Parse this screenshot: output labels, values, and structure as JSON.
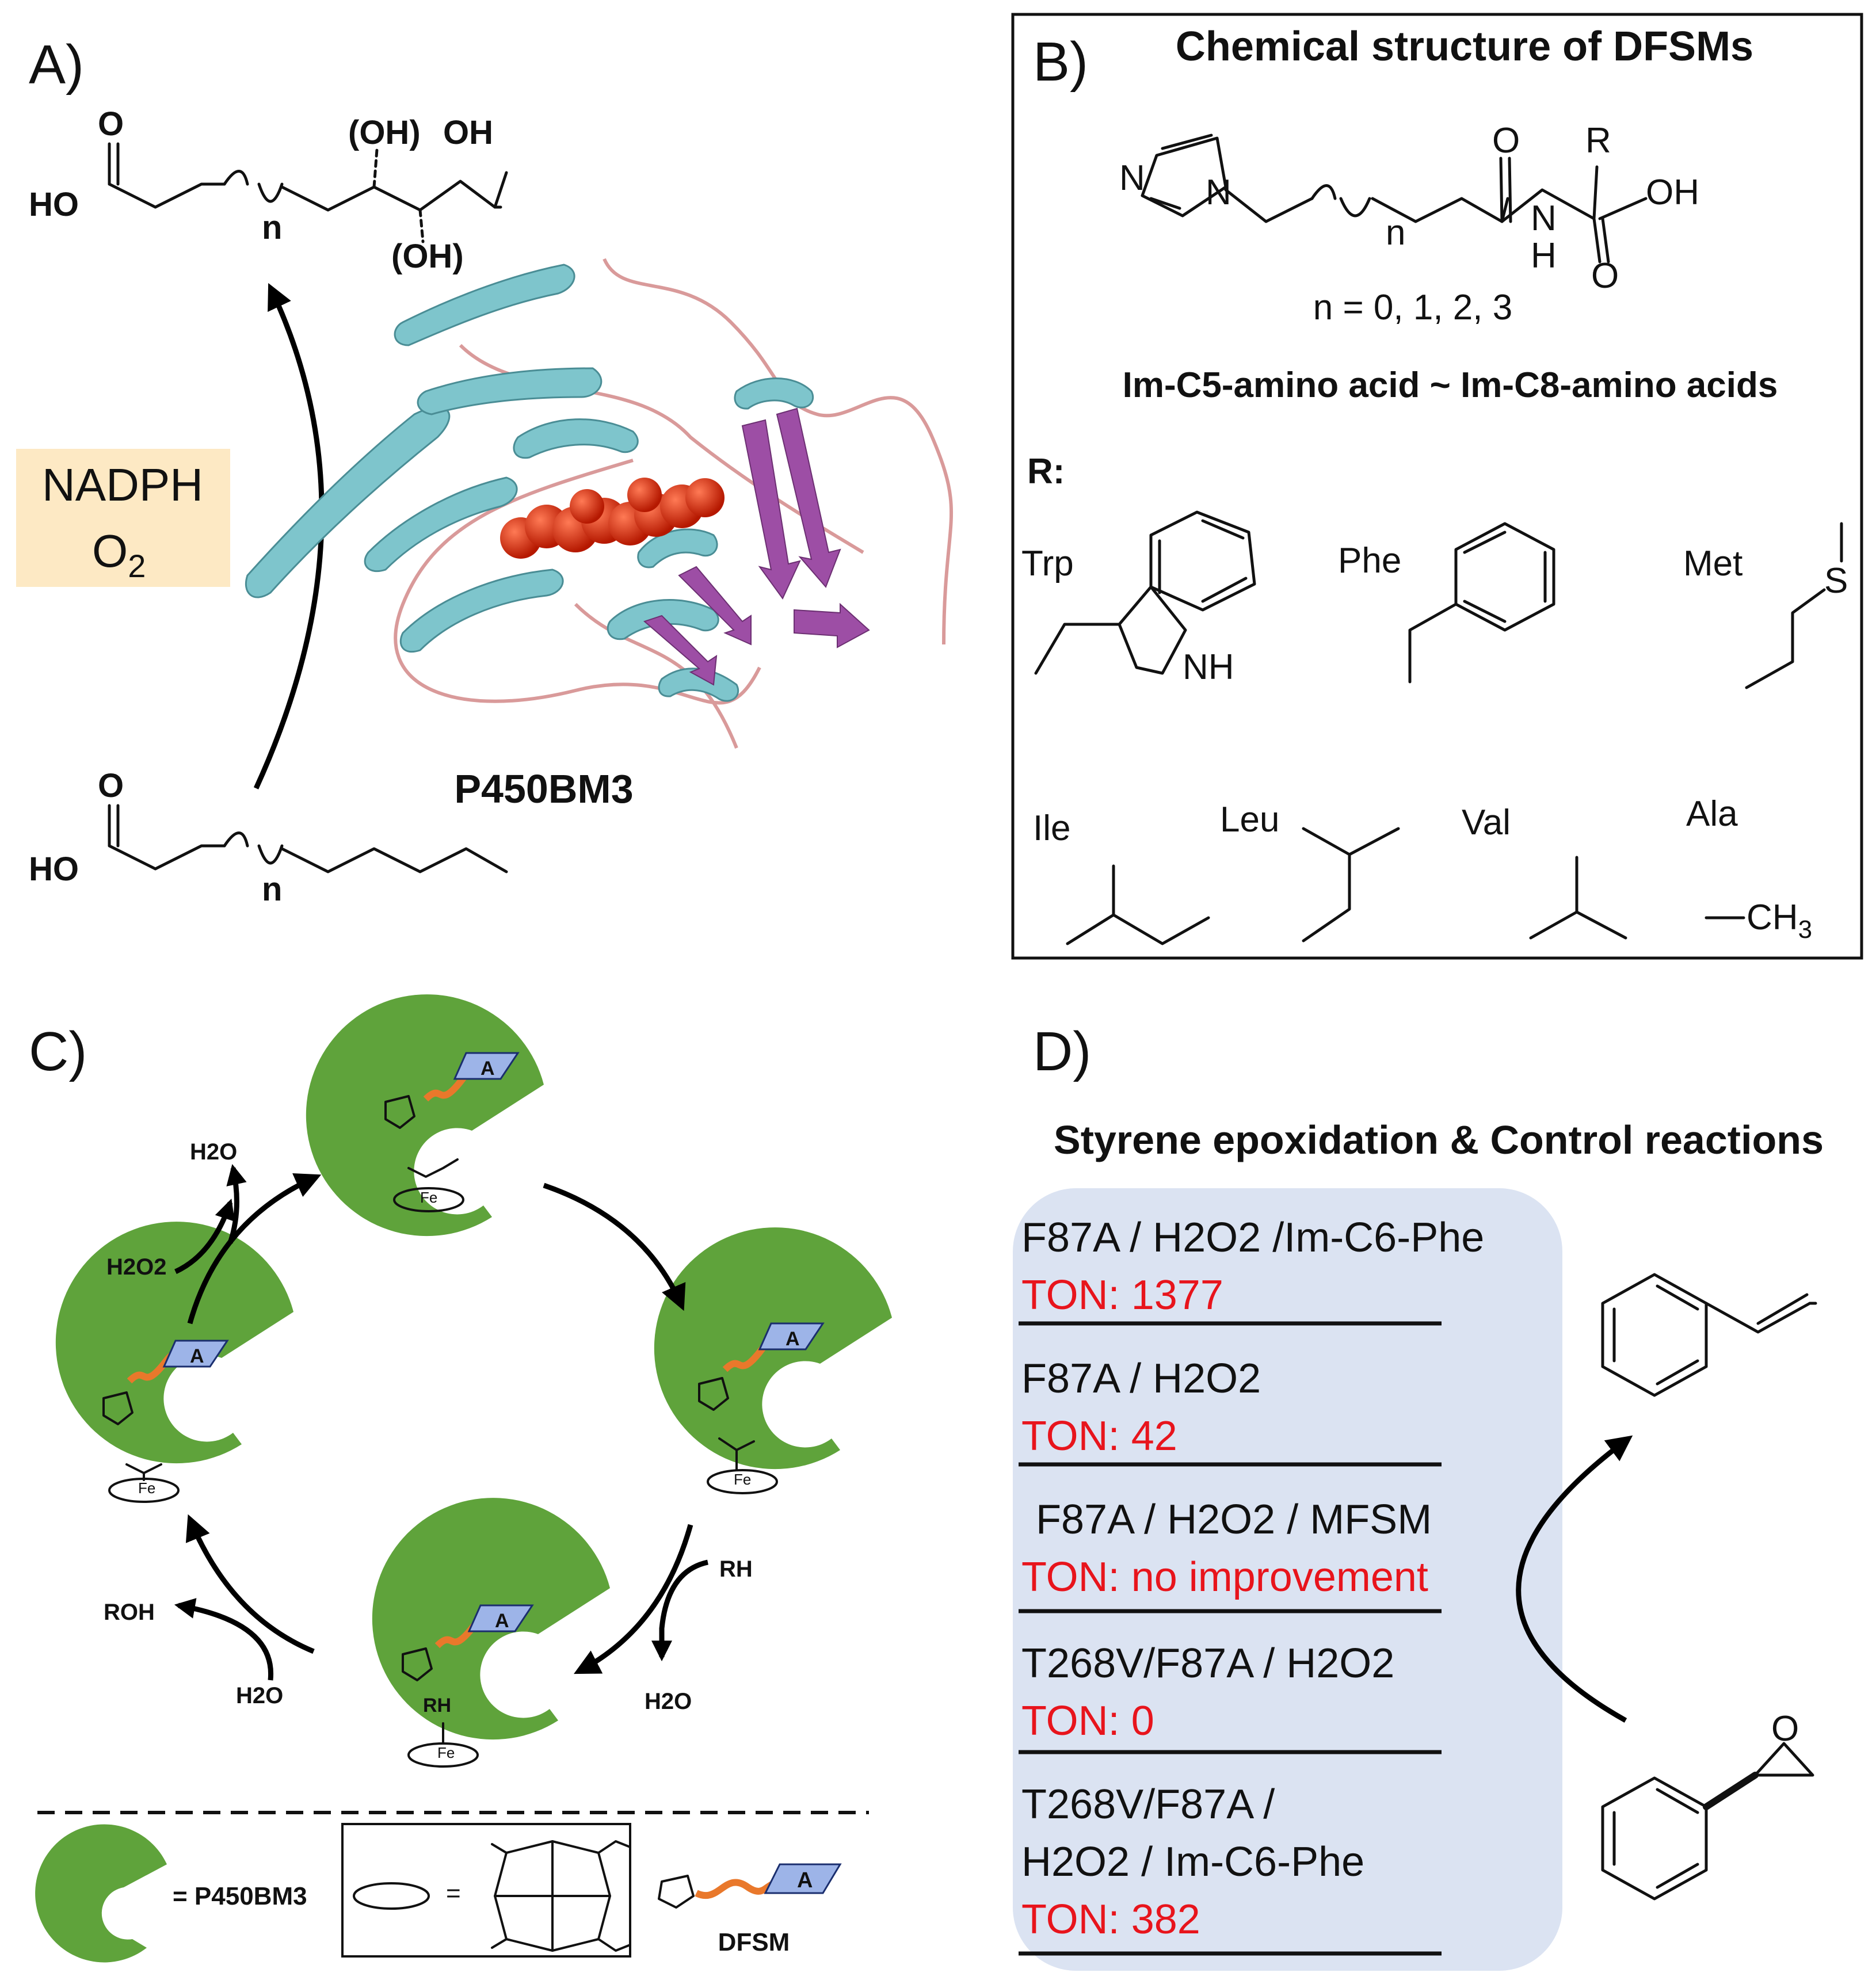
{
  "panelA": {
    "label": "A)",
    "cofactor_line1": "NADPH",
    "cofactor_line2": "O",
    "cofactor_sub": "2",
    "enzyme_label": "P450BM3",
    "product_groups": [
      "(OH)",
      "OH",
      "(OH)"
    ],
    "atoms": {
      "O": "O",
      "HO": "HO",
      "n": "n"
    }
  },
  "panelB": {
    "label": "B)",
    "title": "Chemical structure of DFSMs",
    "n_values": "n = 0, 1, 2, 3",
    "series_name": "Im-C5-amino acid ~ Im-C8-amino acids",
    "r_label": "R:",
    "atoms": {
      "N": "N",
      "R": "R",
      "O": "O",
      "OH": "OH",
      "H": "H",
      "n": "n",
      "NH": "NH",
      "S": "S",
      "CH3": "CH",
      "CH3_sub": "3"
    },
    "residues": [
      "Trp",
      "Phe",
      "Met",
      "Ile",
      "Leu",
      "Val",
      "Ala"
    ]
  },
  "panelC": {
    "label": "C)",
    "species": [
      "H2O",
      "H2O2",
      "RH",
      "H2O",
      "ROH",
      "H2O"
    ],
    "enzyme_eq": "= P450BM3",
    "heme_eq": "=",
    "probe_label": "DFSM",
    "module_letter": "A",
    "inner_labels": {
      "rh": "RH",
      "fe": "Fe"
    }
  },
  "panelD": {
    "label": "D)",
    "title": "Styrene epoxidation & Control reactions",
    "conditions": [
      {
        "line1": "F87A / H2O2 /Im-C6-Phe",
        "ton": "TON: 1377"
      },
      {
        "line1": "F87A / H2O2",
        "ton": "TON: 42"
      },
      {
        "line1": "F87A / H2O2 / MFSM",
        "ton": "TON: no improvement"
      },
      {
        "line1": "T268V/F87A / H2O2",
        "ton": "TON: 0"
      },
      {
        "line1": "T268V/F87A /",
        "line2": "H2O2 / Im-C6-Phe",
        "ton": "TON: 382"
      }
    ],
    "epoxide_O": "O"
  },
  "colors": {
    "green": "#5fa33b",
    "orange": "#e9782b",
    "blue_box": "#dbe3f2",
    "cream": "#fde9c4",
    "ton_red": "#e8141c",
    "heme_red": "#cc2200"
  }
}
